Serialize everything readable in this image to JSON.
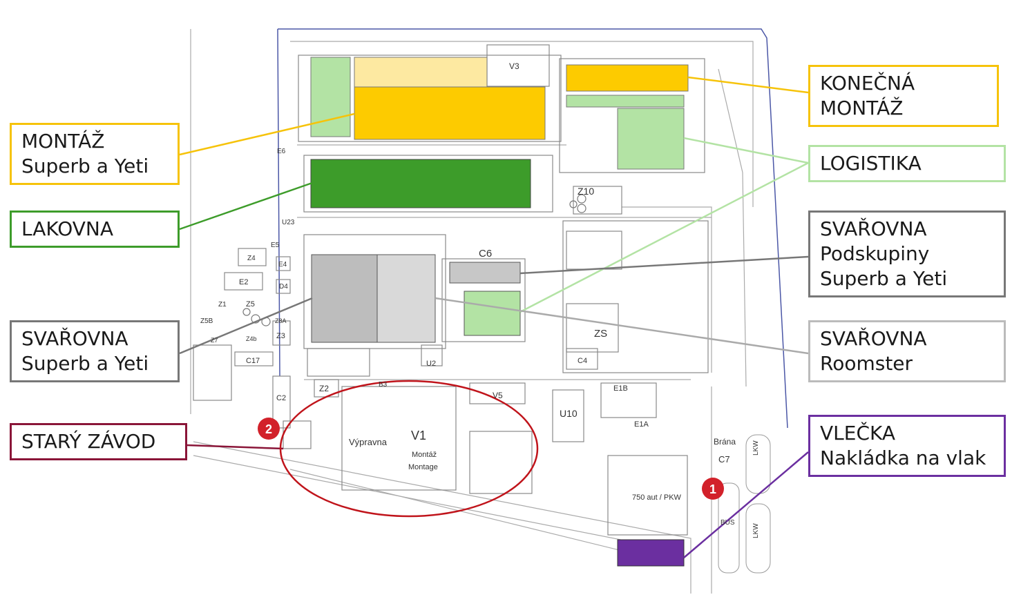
{
  "labels": {
    "montaz": [
      "MONTÁŽ",
      "Superb a Yeti"
    ],
    "lakovna": [
      "LAKOVNA"
    ],
    "svarovna_sy": [
      "SVAŘOVNA",
      "Superb a Yeti"
    ],
    "stary_zavod": [
      "STARÝ ZÁVOD"
    ],
    "konecna": [
      "KONEČNÁ",
      "MONTÁŽ"
    ],
    "logistika": [
      "LOGISTIKA"
    ],
    "svarovna_pod": [
      "SVAŘOVNA",
      "Podskupiny",
      "Superb a Yeti"
    ],
    "svarovna_room": [
      "SVAŘOVNA",
      "Roomster"
    ],
    "vlecka": [
      "VLEČKA",
      "Nakládka na vlak"
    ]
  },
  "map_text": {
    "v3": "V3",
    "v1": "V1",
    "v5": "V5",
    "c6": "C6",
    "c4": "C4",
    "c7": "C7",
    "c2": "C2",
    "c17": "C17",
    "z10": "Z10",
    "z2": "Z2",
    "z3": "Z3",
    "z4": "Z4",
    "z5": "Z5",
    "z5b": "Z5B",
    "z7": "Z7",
    "z1": "Z1",
    "z8a": "Z8A",
    "z4b": "Z4b",
    "zs": "ZS",
    "e2": "E2",
    "e4": "E4",
    "e5": "E5",
    "e6": "E6",
    "e1a": "E1A",
    "e1b": "E1B",
    "d4": "D4",
    "u23": "U23",
    "u2": "U2",
    "u10": "U10",
    "b3": "B3",
    "vypravna": "Výpravna",
    "montaz_v1": "Montáž",
    "montage": "Montage",
    "parking": "750 aut / PKW",
    "brana": "Brána",
    "lkw1": "LKW",
    "lkw2": "LKW",
    "bus": "BUS",
    "marker1": "1",
    "marker2": "2"
  },
  "colors": {
    "yellow_label": "#f6c30a",
    "green_dark": "#3d9c2a",
    "green_light": "#b3e3a4",
    "gray_dark": "#777777",
    "gray_mid": "#999999",
    "gray_light": "#bbbbbb",
    "maroon": "#8a1538",
    "purple": "#6b2fa0",
    "marker_red": "#d2212a",
    "ellipse_red": "#c0141b"
  }
}
